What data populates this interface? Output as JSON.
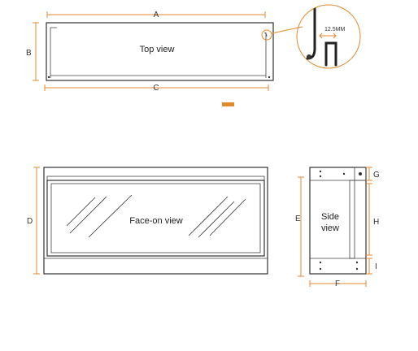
{
  "views": {
    "top": "Top view",
    "face_on": "Face-on view",
    "side_line1": "Side",
    "side_line2": "view"
  },
  "dimensions": {
    "a": "A",
    "b": "B",
    "c": "C",
    "d": "D",
    "e": "E",
    "f": "F",
    "g": "G",
    "h": "H",
    "i": "I"
  },
  "detail": {
    "gap": "12.5MM"
  },
  "colors": {
    "dimension": "#e08a2c",
    "outline": "#333333"
  }
}
